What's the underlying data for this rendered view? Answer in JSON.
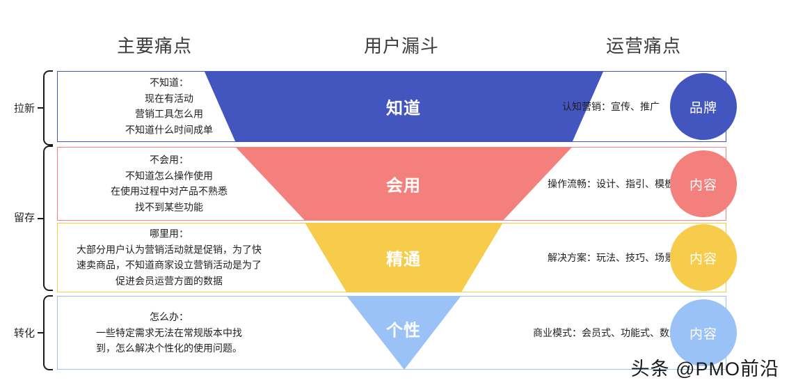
{
  "headers": {
    "pain_points": "主要痛点",
    "funnel": "用户漏斗",
    "operations": "运营痛点"
  },
  "stage_groups": [
    {
      "label": "拉新"
    },
    {
      "label": "留存"
    },
    {
      "label": "转化"
    }
  ],
  "rows": [
    {
      "funnel_label": "知道",
      "color": "#4356C0",
      "border_color": "#4356C0",
      "pain_title": "不知道：",
      "pain_lines": [
        "现在有活动",
        "营销工具怎么用",
        "不知道什么时间成单"
      ],
      "ops_text": "认知营销：宣传、推广",
      "circle_label": "品牌"
    },
    {
      "funnel_label": "会用",
      "color": "#F4807E",
      "border_color": "#F4807E",
      "pain_title": "不会用：",
      "pain_lines": [
        "不知道怎么操作使用",
        "在使用过程中对产品不熟悉",
        "找不到某些功能"
      ],
      "ops_text": "操作流畅：设计、指引、模板",
      "circle_label": "内容"
    },
    {
      "funnel_label": "精通",
      "color": "#F7CC4B",
      "border_color": "#F7CC4B",
      "pain_title": "哪里用：",
      "pain_lines": [
        "大部分用户认为营销活动就是促销，为了快",
        "速卖商品，不知道商家设立营销活动是为了",
        "促进会员运营方面的数据"
      ],
      "ops_text": "解决方案：玩法、技巧、场景",
      "circle_label": "内容"
    },
    {
      "funnel_label": "个性",
      "color": "#9BC2F7",
      "border_color": "#9BC2F7",
      "pain_title": "怎么办：",
      "pain_lines": [
        "一些特定需求无法在常规版本中找",
        "到，怎么解决个性化的使用问题。"
      ],
      "ops_text": "商业模式：会员式、功能式、数量式",
      "circle_label": "内容"
    }
  ],
  "watermark": "头条 @PMO前沿"
}
